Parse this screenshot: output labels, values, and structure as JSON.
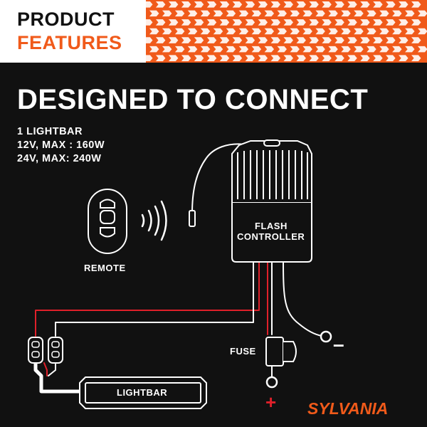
{
  "header": {
    "line1": "PRODUCT",
    "line2": "FEATURES"
  },
  "heading": "DESIGNED TO CONNECT",
  "specs": [
    "1 LIGHTBAR",
    "12V, MAX : 160W",
    "24V, MAX: 240W"
  ],
  "labels": {
    "remote": "REMOTE",
    "controller_line1": "FLASH",
    "controller_line2": "CONTROLLER",
    "fuse": "FUSE",
    "lightbar": "LIGHTBAR",
    "negative": "–",
    "positive": "+"
  },
  "brand": "SYLVANIA",
  "colors": {
    "accent": "#f05a1a",
    "background": "#111111",
    "positive_wire": "#e0202a",
    "wire": "#ffffff"
  },
  "icons": [
    "remote-icon",
    "wireless-signal-icon",
    "flash-controller-icon",
    "fuse-icon",
    "lightbar-icon",
    "connector-icon"
  ]
}
